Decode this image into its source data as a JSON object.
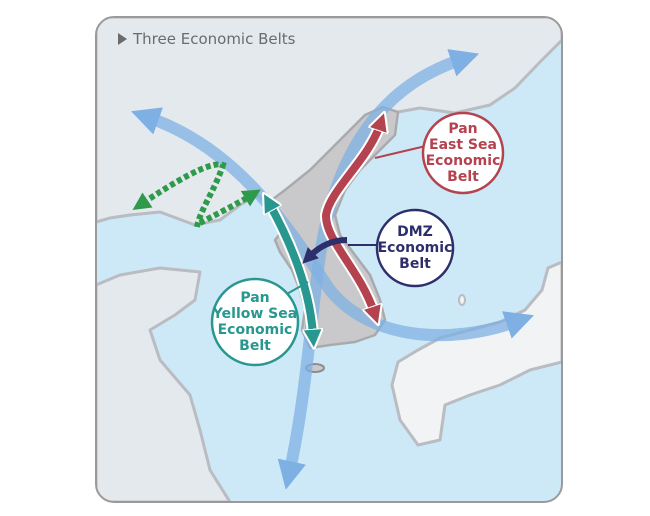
{
  "title": "Three Economic Belts",
  "icons": {
    "title_marker": "triangle-right-icon"
  },
  "belts": [
    {
      "id": "east-sea",
      "lines": [
        "Pan",
        "East Sea",
        "Economic",
        "Belt"
      ],
      "color": "#b4424f"
    },
    {
      "id": "dmz",
      "lines": [
        "DMZ",
        "Economic",
        "Belt"
      ],
      "color": "#2d2f6b"
    },
    {
      "id": "yellow-sea",
      "lines": [
        "Pan",
        "Yellow Sea",
        "Economic",
        "Belt"
      ],
      "color": "#27978f"
    }
  ],
  "colors": {
    "sea": "#cde9f8",
    "land": "#e4e9ee",
    "korea": "#c9c9cb",
    "japan": "#f1f3f5",
    "flow": "#7fb0e3",
    "dashed": "#2f9a4c"
  }
}
